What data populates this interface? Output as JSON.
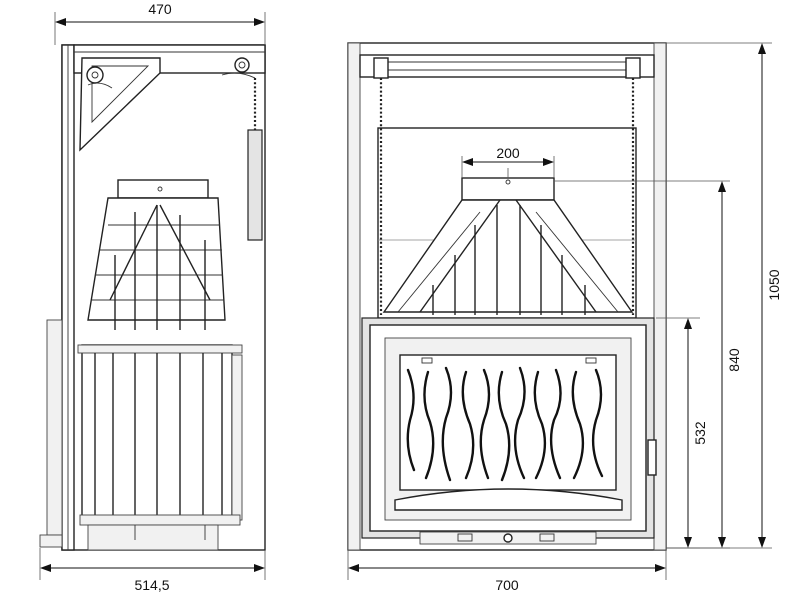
{
  "dimensions": {
    "side_width_top": "470",
    "side_width_bottom": "514,5",
    "front_width": "700",
    "front_total_height": "1050",
    "front_outlet_height": "840",
    "front_door_height": "532",
    "collar_diameter": "200"
  }
}
